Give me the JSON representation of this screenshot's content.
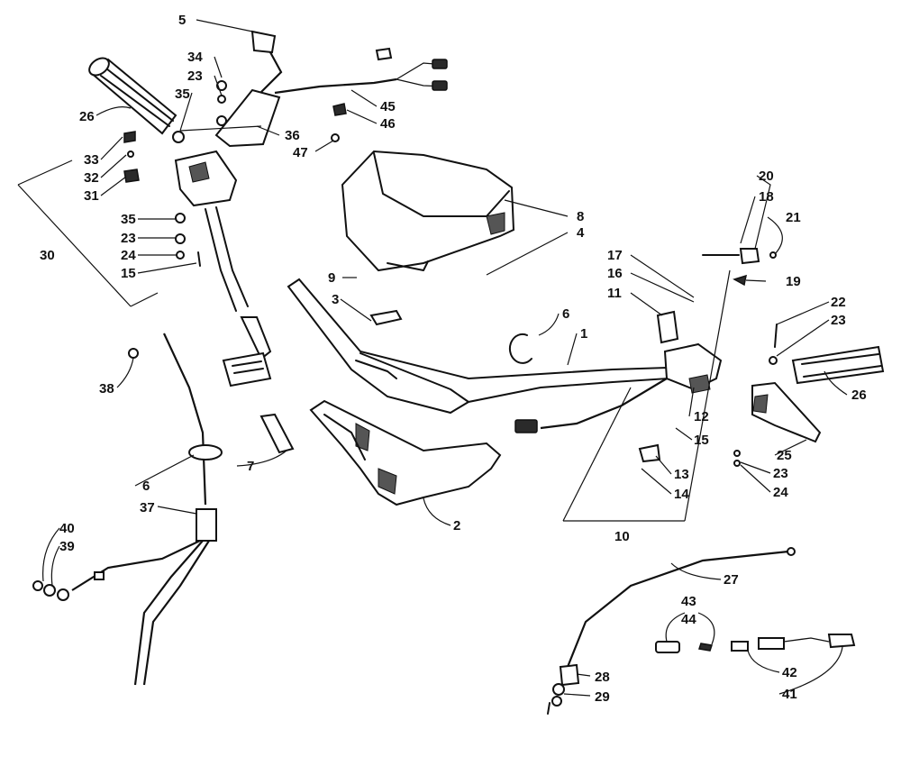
{
  "callouts": [
    {
      "id": "c5",
      "text": "5"
    },
    {
      "id": "c34",
      "text": "34"
    },
    {
      "id": "c23a",
      "text": "23"
    },
    {
      "id": "c35a",
      "text": "35"
    },
    {
      "id": "c26a",
      "text": "26"
    },
    {
      "id": "c36",
      "text": "36"
    },
    {
      "id": "c45",
      "text": "45"
    },
    {
      "id": "c46",
      "text": "46"
    },
    {
      "id": "c47",
      "text": "47"
    },
    {
      "id": "c33",
      "text": "33"
    },
    {
      "id": "c32",
      "text": "32"
    },
    {
      "id": "c31",
      "text": "31"
    },
    {
      "id": "c35b",
      "text": "35"
    },
    {
      "id": "c23b",
      "text": "23"
    },
    {
      "id": "c24a",
      "text": "24"
    },
    {
      "id": "c15a",
      "text": "15"
    },
    {
      "id": "c30",
      "text": "30"
    },
    {
      "id": "c8",
      "text": "8"
    },
    {
      "id": "c4",
      "text": "4"
    },
    {
      "id": "c9",
      "text": "9"
    },
    {
      "id": "c3",
      "text": "3"
    },
    {
      "id": "c38",
      "text": "38"
    },
    {
      "id": "c7",
      "text": "7"
    },
    {
      "id": "c6a",
      "text": "6"
    },
    {
      "id": "c37",
      "text": "37"
    },
    {
      "id": "c40",
      "text": "40"
    },
    {
      "id": "c39",
      "text": "39"
    },
    {
      "id": "c2",
      "text": "2"
    },
    {
      "id": "c20",
      "text": "20"
    },
    {
      "id": "c18",
      "text": "18"
    },
    {
      "id": "c21",
      "text": "21"
    },
    {
      "id": "c17",
      "text": "17"
    },
    {
      "id": "c16",
      "text": "16"
    },
    {
      "id": "c19",
      "text": "19"
    },
    {
      "id": "c11",
      "text": "11"
    },
    {
      "id": "c6b",
      "text": "6"
    },
    {
      "id": "c1",
      "text": "1"
    },
    {
      "id": "c22",
      "text": "22"
    },
    {
      "id": "c23c",
      "text": "23"
    },
    {
      "id": "c26b",
      "text": "26"
    },
    {
      "id": "c12",
      "text": "12"
    },
    {
      "id": "c15b",
      "text": "15"
    },
    {
      "id": "c25",
      "text": "25"
    },
    {
      "id": "c23d",
      "text": "23"
    },
    {
      "id": "c24b",
      "text": "24"
    },
    {
      "id": "c13",
      "text": "13"
    },
    {
      "id": "c14",
      "text": "14"
    },
    {
      "id": "c10",
      "text": "10"
    },
    {
      "id": "c27",
      "text": "27"
    },
    {
      "id": "c43",
      "text": "43"
    },
    {
      "id": "c44",
      "text": "44"
    },
    {
      "id": "c28",
      "text": "28"
    },
    {
      "id": "c29",
      "text": "29"
    },
    {
      "id": "c42",
      "text": "42"
    },
    {
      "id": "c41",
      "text": "41"
    }
  ]
}
